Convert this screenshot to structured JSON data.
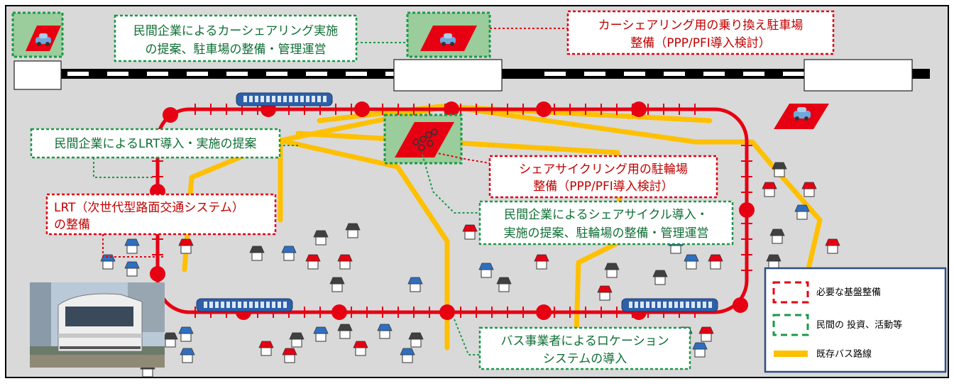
{
  "labels": {
    "private_carshare": [
      "民間企業によるカーシェアリング実施",
      "の提案、駐車場の整備・管理運営"
    ],
    "carshare_parking": [
      "カーシェアリング用の乗り換え駐車場",
      "整備（PPP/PFI導入検討）"
    ],
    "private_lrt": [
      "民間企業によるLRT導入・実施の提案"
    ],
    "cycle_parking": [
      "シェアサイクリング用の駐輪場",
      "整備（PPP/PFI導入検討）"
    ],
    "lrt_development": [
      "LRT（次世代型路面交通システム）",
      "の整備"
    ],
    "private_cycle": [
      "民間企業によるシェアサイクル導入・",
      "実施の提案、駐輪場の整備・管理運営"
    ],
    "bus_location": [
      "バス事業者によるロケーション",
      "システムの導入"
    ]
  },
  "legend": {
    "items": [
      {
        "key": "red_dashed",
        "text": "必要な基盤整備",
        "color": "#e60012"
      },
      {
        "key": "green_dashed",
        "text": "民間の 投資、活動等",
        "color": "#1a9a48"
      },
      {
        "key": "yellow_line",
        "text": "既存バス路線",
        "color": "#ffc000"
      }
    ]
  },
  "colors": {
    "background": "#d9d9d9",
    "lrt_line": "#e60012",
    "bus_line": "#ffc000",
    "red_box": "#e60012",
    "green_box": "#1a9a48",
    "legend_border": "#2f4f7f",
    "tram_body": "#2f5fa8"
  }
}
